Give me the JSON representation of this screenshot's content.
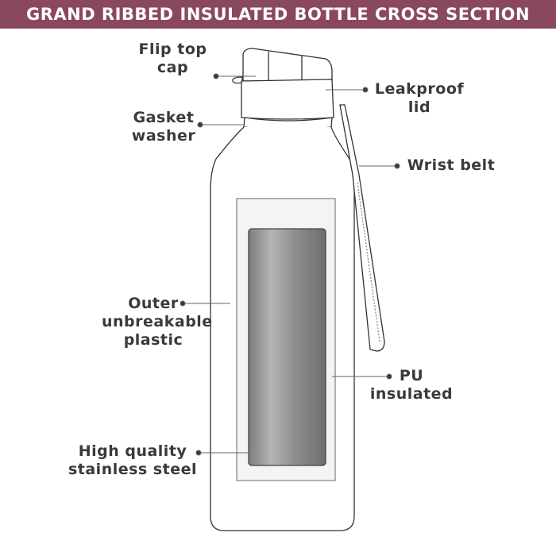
{
  "title": "GRAND RIBBED INSULATED BOTTLE CROSS SECTION",
  "colors": {
    "header_bg": "#8a4760",
    "label_text": "#3a3a3a",
    "steel": "#9a9a9a"
  },
  "labels": {
    "flip_top_cap": [
      "Flip top",
      "cap"
    ],
    "gasket_washer": [
      "Gasket",
      "washer"
    ],
    "leakproof_lid": [
      "Leakproof",
      "lid"
    ],
    "wrist_belt": [
      "Wrist belt"
    ],
    "outer_plastic": [
      "Outer",
      "unbreakable",
      "plastic"
    ],
    "pu_insulated": [
      "PU",
      "insulated"
    ],
    "stainless_steel": [
      "High quality",
      "stainless steel"
    ]
  }
}
